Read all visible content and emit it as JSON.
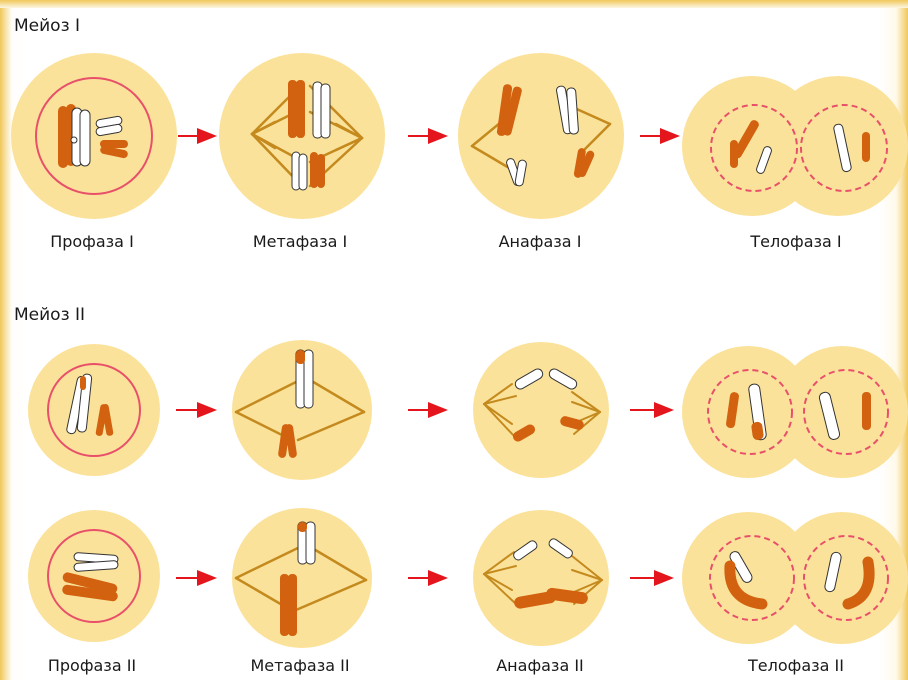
{
  "sections": [
    {
      "title": "Мейоз I"
    },
    {
      "title": "Мейоз II"
    }
  ],
  "labels_row1": [
    "Профаза I",
    "Метафаза I",
    "Анафаза I",
    "Телофаза I"
  ],
  "labels_row3": [
    "Профаза II",
    "Метафаза II",
    "Анафаза II",
    "Телофаза II"
  ],
  "colors": {
    "cell": "#fbe29a",
    "chromatid_orange": "#d2620f",
    "chromatid_white": "#ffffff",
    "spindle": "#c48a1e",
    "membrane": "#e8506a",
    "arrow": "#e4151c"
  }
}
